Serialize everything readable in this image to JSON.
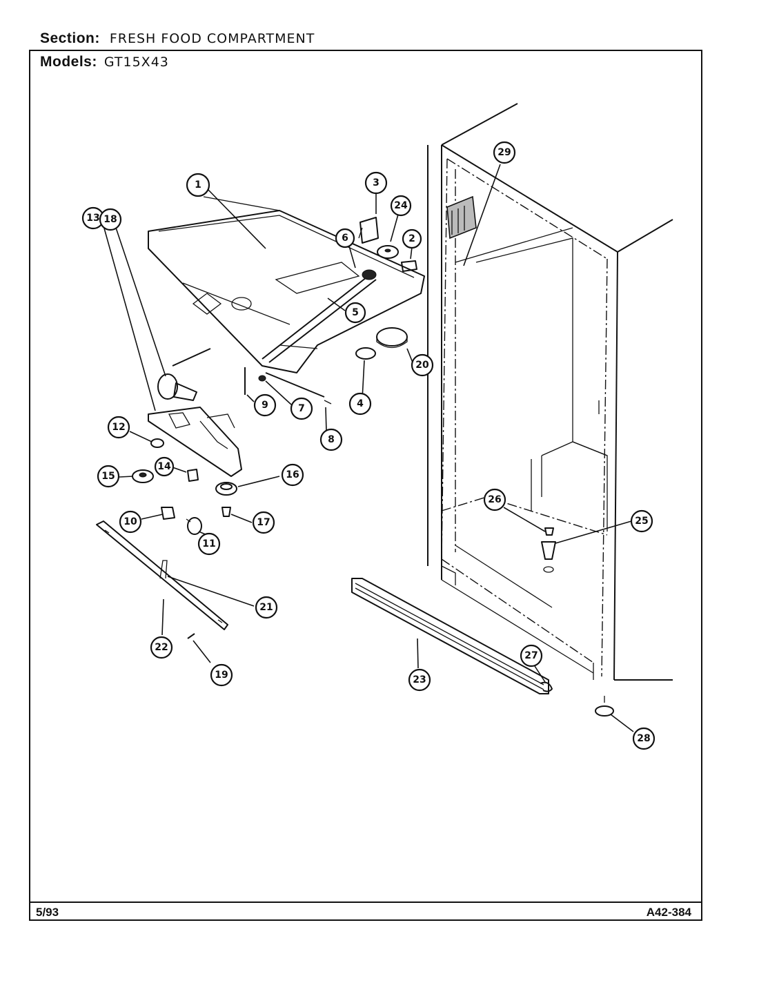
{
  "header": {
    "section_label": "Section:",
    "section_value": "FRESH FOOD COMPARTMENT",
    "models_label": "Models:",
    "models_value": "GT15X43"
  },
  "footer": {
    "date": "5/93",
    "code": "A42-384"
  },
  "callouts": [
    "1",
    "2",
    "3",
    "4",
    "5",
    "6",
    "7",
    "8",
    "9",
    "10",
    "11",
    "12",
    "13",
    "14",
    "15",
    "16",
    "17",
    "18",
    "19",
    "20",
    "21",
    "22",
    "23",
    "24",
    "25",
    "26",
    "27",
    "28",
    "29"
  ]
}
